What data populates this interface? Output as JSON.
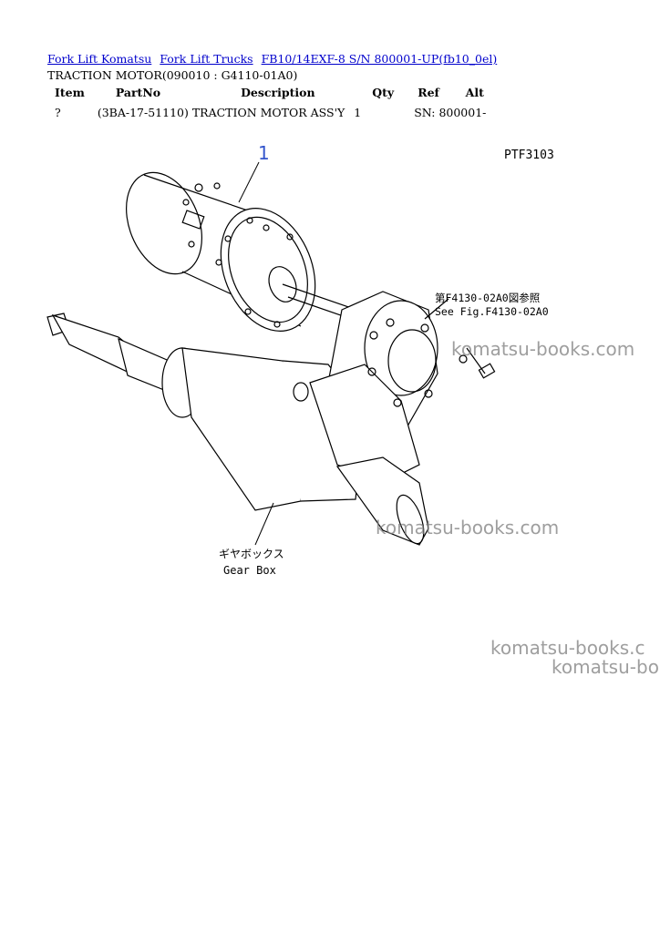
{
  "breadcrumb": {
    "links": [
      "Fork Lift Komatsu",
      "Fork Lift Trucks",
      "FB10/14EXF-8 S/N 800001-UP(fb10_0el)"
    ]
  },
  "title": "TRACTION MOTOR(090010 : G4110-01A0)",
  "parts_table": {
    "headers": [
      "Item",
      "PartNo",
      "Description",
      "Qty",
      "Ref",
      "Alt"
    ],
    "rows": [
      [
        "?",
        "(3BA-17-51110)",
        "TRACTION MOTOR ASS'Y",
        "1",
        "SN: 800001-",
        ""
      ]
    ]
  },
  "diagram": {
    "code": "PTF3103",
    "callout_number": "1",
    "ref_note_jp": "第F4130-02A0図参照",
    "ref_note_en": "See Fig.F4130-02A0",
    "gearbox_label_jp": "ギヤボックス",
    "gearbox_label_en": "Gear Box"
  },
  "watermarks": [
    "komatsu-books.com",
    "komatsu-books.com",
    "komatsu-books.c",
    "komatsu-bo"
  ]
}
